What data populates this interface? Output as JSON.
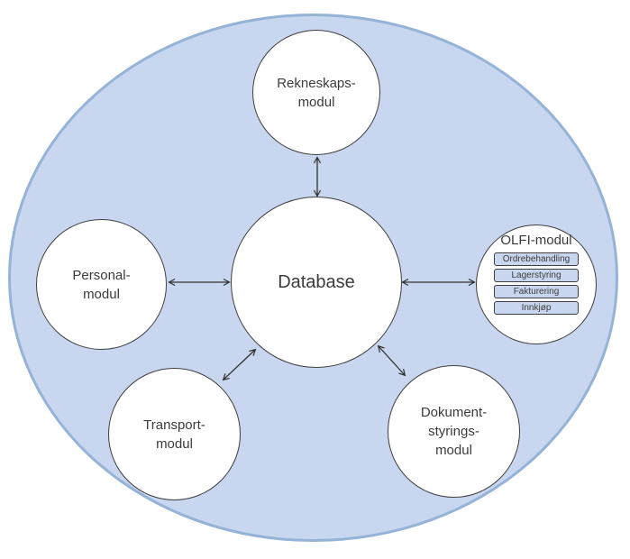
{
  "diagram": {
    "colors": {
      "ellipse_fill": "#c8d7ef",
      "ellipse_border": "#95b3d7",
      "node_fill": "#ffffff",
      "node_border": "#3f3f3f",
      "box_fill": "#c8d7ef",
      "box_border": "#3f3f3f",
      "arrow": "#2f2f2f",
      "text": "#3b3b3b"
    },
    "nodes": {
      "rekneskaps": {
        "label": "Rekneskaps-\nmodul"
      },
      "personal": {
        "label": "Personal-\nmodul"
      },
      "database": {
        "label": "Database"
      },
      "transport": {
        "label": "Transport-\nmodul"
      },
      "dokument": {
        "label": "Dokument-\nstyrings-\nmodul"
      },
      "olfi": {
        "title": "OLFI-modul",
        "boxes": [
          "Ordrebehandling",
          "Lagerstyring",
          "Fakturering",
          "Innkjøp"
        ]
      }
    }
  }
}
